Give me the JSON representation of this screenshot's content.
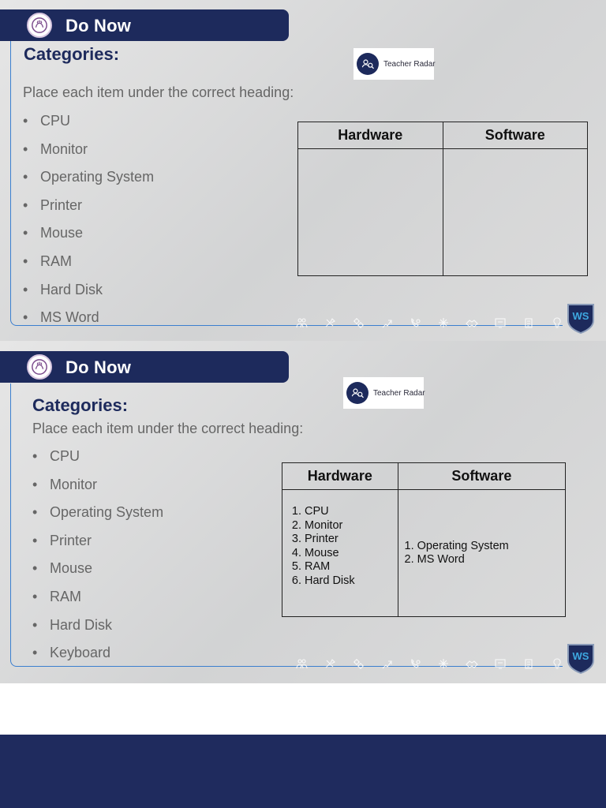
{
  "slides": [
    {
      "banner_title": "Do Now",
      "heading": "Categories:",
      "instruction": "Place each item under the correct heading:",
      "items": [
        "CPU",
        "Monitor",
        "Operating System",
        "Printer",
        "Mouse",
        "RAM",
        "Hard Disk",
        "MS Word"
      ],
      "badge_text": "Teacher Radar",
      "table": {
        "headers": [
          "Hardware",
          "Software"
        ],
        "hardware": [],
        "software": []
      }
    },
    {
      "banner_title": "Do Now",
      "heading": "Categories:",
      "instruction": "Place each item under the correct heading:",
      "items": [
        "CPU",
        "Monitor",
        "Operating System",
        "Printer",
        "Mouse",
        "RAM",
        "Hard Disk",
        "Keyboard"
      ],
      "badge_text": "Teacher Radar",
      "table": {
        "headers": [
          "Hardware",
          "Software"
        ],
        "hardware": [
          "CPU",
          "Monitor",
          "Printer",
          "Mouse",
          "RAM",
          "Hard Disk"
        ],
        "software": [
          "Operating System",
          "MS Word"
        ]
      }
    }
  ],
  "shield_text": "WS",
  "icon_names": [
    "people-icon",
    "tools-icon",
    "gears-icon",
    "hand-icon",
    "phone-icon",
    "sparkle-icon",
    "handshake-icon",
    "screen-icon",
    "clipboard-icon",
    "bulb-icon"
  ],
  "colors": {
    "navy": "#1d2a5c",
    "accent_line": "#3b7fcf",
    "text_grey": "#666666"
  }
}
